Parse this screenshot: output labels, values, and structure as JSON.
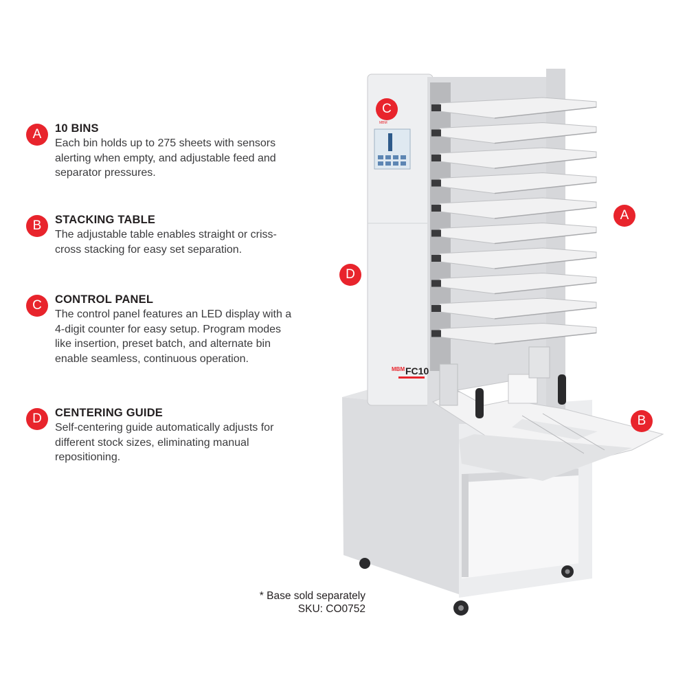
{
  "features": [
    {
      "badge": "A",
      "title": "10 BINS",
      "description": "Each bin holds up to 275 sheets with sensors alerting when empty, and adjustable feed and separator pressures."
    },
    {
      "badge": "B",
      "title": "STACKING TABLE",
      "description": "The adjustable table enables straight or criss-cross stacking for easy set separation."
    },
    {
      "badge": "C",
      "title": "CONTROL PANEL",
      "description": "The control panel features an LED display with a 4-digit counter for easy setup. Program modes like insertion, preset batch, and alternate bin enable seamless, continuous operation."
    },
    {
      "badge": "D",
      "title": "CENTERING GUIDE",
      "description": "Self-centering guide automatically adjusts for different stock sizes, eliminating manual repositioning."
    }
  ],
  "callouts": {
    "a": "A",
    "b": "B",
    "c": "C",
    "d": "D"
  },
  "product": {
    "brand": "MBM",
    "model": "FC10"
  },
  "footnote": {
    "line1": "* Base sold separately",
    "line2": "SKU: CO0752"
  },
  "colors": {
    "accent": "#e8242c",
    "machine_body": "#e9eaec",
    "tray": "#f1f1f2"
  }
}
